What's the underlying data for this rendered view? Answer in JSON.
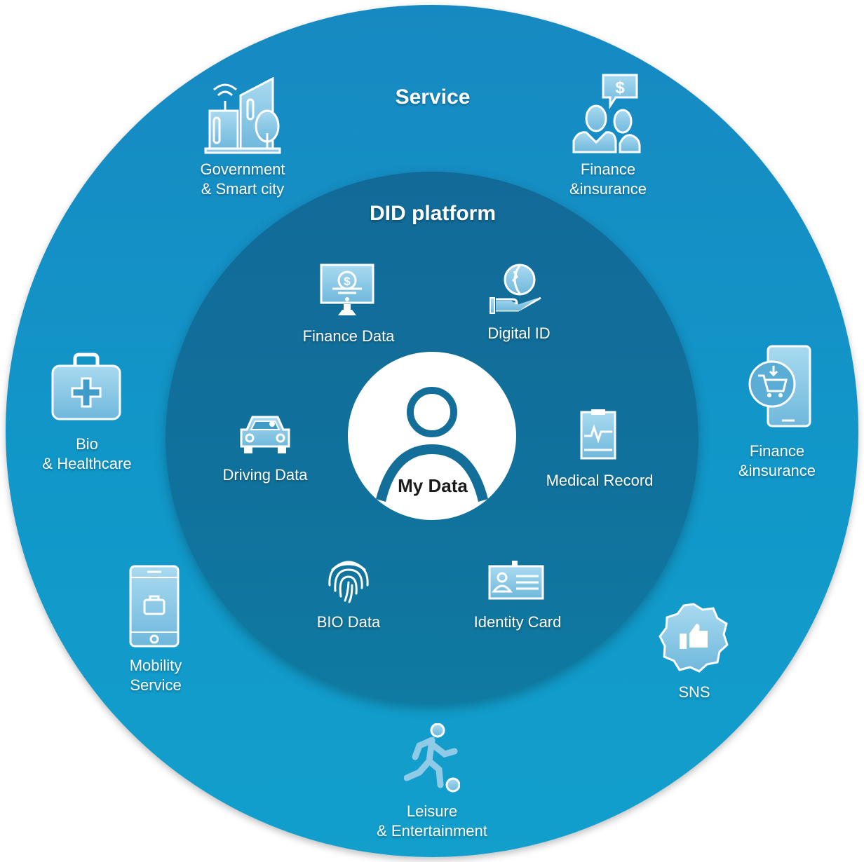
{
  "service": {
    "title": "Service",
    "items": [
      {
        "name": "government",
        "line1": "Government",
        "line2": "& Smart city",
        "icon": "smart-city-icon"
      },
      {
        "name": "finance-top",
        "line1": "Finance",
        "line2": "&insurance",
        "icon": "customers-finance-icon"
      },
      {
        "name": "bio",
        "line1": "Bio",
        "line2": "& Healthcare",
        "icon": "medical-kit-icon"
      },
      {
        "name": "finance-right",
        "line1": "Finance",
        "line2": "&insurance",
        "icon": "mobile-shopping-icon"
      },
      {
        "name": "mobility",
        "line1": "Mobility",
        "line2": "Service",
        "icon": "mobile-phone-icon"
      },
      {
        "name": "sns",
        "line1": "SNS",
        "icon": "thumbs-up-badge-icon"
      },
      {
        "name": "leisure",
        "line1": "Leisure",
        "line2": "& Entertainment",
        "icon": "soccer-player-icon"
      }
    ]
  },
  "platform": {
    "title": "DID platform",
    "items": [
      {
        "label": "Finance Data",
        "icon": "monitor-dollar-icon"
      },
      {
        "label": "Digital ID",
        "icon": "hand-globe-icon"
      },
      {
        "label": "Driving Data",
        "icon": "car-icon"
      },
      {
        "label": "Medical Record",
        "icon": "medical-clipboard-icon"
      },
      {
        "label": "BIO Data",
        "icon": "fingerprint-icon"
      },
      {
        "label": "Identity Card",
        "icon": "id-card-icon"
      }
    ]
  },
  "center": {
    "label": "My Data",
    "icon": "user-avatar-icon"
  },
  "colors": {
    "outer": "#1789c2",
    "inner": "#126a98",
    "icon_fill": "#8fcbe6",
    "center": "#ffffff",
    "avatar": "#136f9a"
  }
}
